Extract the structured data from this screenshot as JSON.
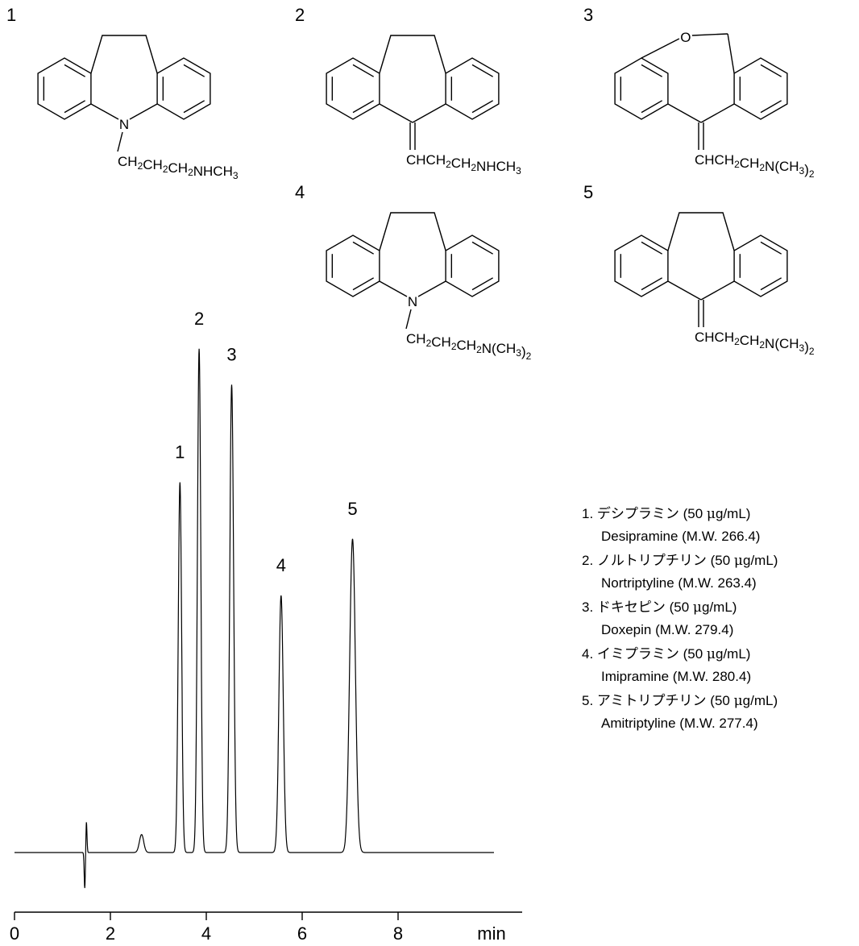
{
  "structures": [
    {
      "number": "1",
      "ring": "N",
      "ring_atom": "N",
      "linkage": "single",
      "formula": [
        {
          "t": "CH"
        },
        {
          "t": "2",
          "sub": true
        },
        {
          "t": "CH"
        },
        {
          "t": "2",
          "sub": true
        },
        {
          "t": "CH"
        },
        {
          "t": "2",
          "sub": true
        },
        {
          "t": "NHCH"
        },
        {
          "t": "3",
          "sub": true
        }
      ]
    },
    {
      "number": "2",
      "ring": "C",
      "ring_atom": "",
      "linkage": "double",
      "formula": [
        {
          "t": "CHCH"
        },
        {
          "t": "2",
          "sub": true
        },
        {
          "t": "CH"
        },
        {
          "t": "2",
          "sub": true
        },
        {
          "t": "NHCH"
        },
        {
          "t": "3",
          "sub": true
        }
      ]
    },
    {
      "number": "3",
      "ring": "O",
      "ring_atom": "O",
      "linkage": "double",
      "formula": [
        {
          "t": "CHCH"
        },
        {
          "t": "2",
          "sub": true
        },
        {
          "t": "CH"
        },
        {
          "t": "2",
          "sub": true
        },
        {
          "t": "N(CH"
        },
        {
          "t": "3",
          "sub": true
        },
        {
          "t": ")"
        },
        {
          "t": "2",
          "sub": true
        }
      ]
    },
    {
      "number": "4",
      "ring": "N",
      "ring_atom": "N",
      "linkage": "single",
      "formula": [
        {
          "t": "CH"
        },
        {
          "t": "2",
          "sub": true
        },
        {
          "t": "CH"
        },
        {
          "t": "2",
          "sub": true
        },
        {
          "t": "CH"
        },
        {
          "t": "2",
          "sub": true
        },
        {
          "t": "N(CH"
        },
        {
          "t": "3",
          "sub": true
        },
        {
          "t": ")"
        },
        {
          "t": "2",
          "sub": true
        }
      ]
    },
    {
      "number": "5",
      "ring": "C",
      "ring_atom": "",
      "linkage": "double",
      "formula": [
        {
          "t": "CHCH"
        },
        {
          "t": "2",
          "sub": true
        },
        {
          "t": "CH"
        },
        {
          "t": "2",
          "sub": true
        },
        {
          "t": "N(CH"
        },
        {
          "t": "3",
          "sub": true
        },
        {
          "t": ")"
        },
        {
          "t": "2",
          "sub": true
        }
      ]
    }
  ],
  "legend": [
    {
      "jp": "1. デシプラミン",
      "conc_pre": "(50 ",
      "mu": "μ",
      "conc_post": "g/mL)",
      "en": "Desipramine (M.W. 266.4)"
    },
    {
      "jp": "2. ノルトリプチリン",
      "conc_pre": "(50 ",
      "mu": "μ",
      "conc_post": "g/mL)",
      "en": "Nortriptyline (M.W. 263.4)"
    },
    {
      "jp": "3. ドキセピン",
      "conc_pre": "(50 ",
      "mu": "μ",
      "conc_post": "g/mL)",
      "en": "Doxepin (M.W. 279.4)"
    },
    {
      "jp": "4. イミプラミン",
      "conc_pre": "(50 ",
      "mu": "μ",
      "conc_post": "g/mL)",
      "en": "Imipramine (M.W. 280.4)"
    },
    {
      "jp": "5. アミトリプチリン",
      "conc_pre": "(50 ",
      "mu": "μ",
      "conc_post": "g/mL)",
      "en": "Amitriptyline (M.W. 277.4)"
    }
  ],
  "chart_data": {
    "type": "line",
    "title": "",
    "xlabel": "min",
    "ylabel": "",
    "xlim": [
      0,
      10.6
    ],
    "ylim": [
      0,
      100
    ],
    "x_ticks": [
      0,
      2,
      4,
      6,
      8
    ],
    "x_tick_labels": [
      "0",
      "2",
      "4",
      "6",
      "8"
    ],
    "grid": false,
    "baseline": 2,
    "disturbance": {
      "x": 1.5,
      "up": 6,
      "down": -7
    },
    "minor_peaks": [
      {
        "x": 2.65,
        "height": 3.5,
        "width": 0.045
      }
    ],
    "peaks": [
      {
        "label": "1",
        "x": 3.45,
        "height": 72,
        "width": 0.035
      },
      {
        "label": "2",
        "x": 3.85,
        "height": 98,
        "width": 0.035
      },
      {
        "label": "3",
        "x": 4.53,
        "height": 91,
        "width": 0.04
      },
      {
        "label": "4",
        "x": 5.56,
        "height": 50,
        "width": 0.045
      },
      {
        "label": "5",
        "x": 7.05,
        "height": 61,
        "width": 0.06
      }
    ]
  }
}
